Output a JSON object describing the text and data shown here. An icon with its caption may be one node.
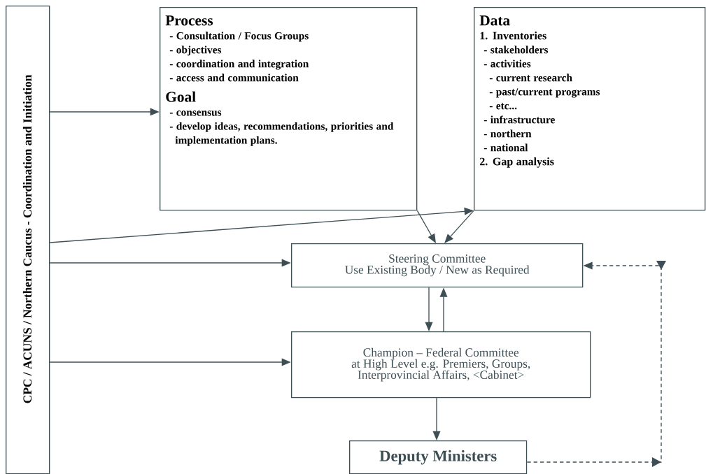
{
  "diagram": {
    "nodes": [
      {
        "text": [
          "CPC / ACUNS / Northern Caucus - Coordination and  Initiation"
        ]
      },
      {
        "text": [
          "Process",
          "- Consultation / Focus Groups",
          "- objectives",
          "- coordination and integration",
          "- access and communication",
          "Goal",
          "- consensus",
          "- develop ideas, recommendations, priorities and implementation plans."
        ]
      },
      {
        "text": [
          "Data",
          "1. Inventories",
          "- stakeholders",
          "- activities",
          "- current research",
          "- past/current programs",
          "- etc...",
          "- infrastructure",
          "- northern",
          "- national",
          "2. Gap analysis"
        ]
      },
      {
        "text": [
          "Steering Committee",
          "Use Existing Body / New as Required"
        ]
      },
      {
        "text": [
          "Champion – Federal Committee",
          "at High Level e.g. Premiers, Groups,",
          "Interprovincial Affairs, <Cabinet>"
        ]
      },
      {
        "text": [
          "Deputy Ministers"
        ]
      }
    ],
    "edges": [
      {
        "from": 0,
        "to": 1,
        "arrow": "to"
      },
      {
        "from": 0,
        "to": 2,
        "arrow": "to"
      },
      {
        "from": 0,
        "to": 3,
        "arrow": "to"
      },
      {
        "from": 0,
        "to": 4,
        "arrow": "to"
      },
      {
        "from": 1,
        "to": 3,
        "arrow": "to"
      },
      {
        "from": 2,
        "to": 3,
        "arrow": "to"
      },
      {
        "from": 3,
        "to": 4,
        "arrow": "to"
      },
      {
        "from": 4,
        "to": 3,
        "arrow": "to"
      },
      {
        "from": 4,
        "to": 5,
        "arrow": "to"
      },
      {
        "from": 5,
        "to": 3,
        "arrow": "to",
        "style": "dashed"
      }
    ]
  }
}
